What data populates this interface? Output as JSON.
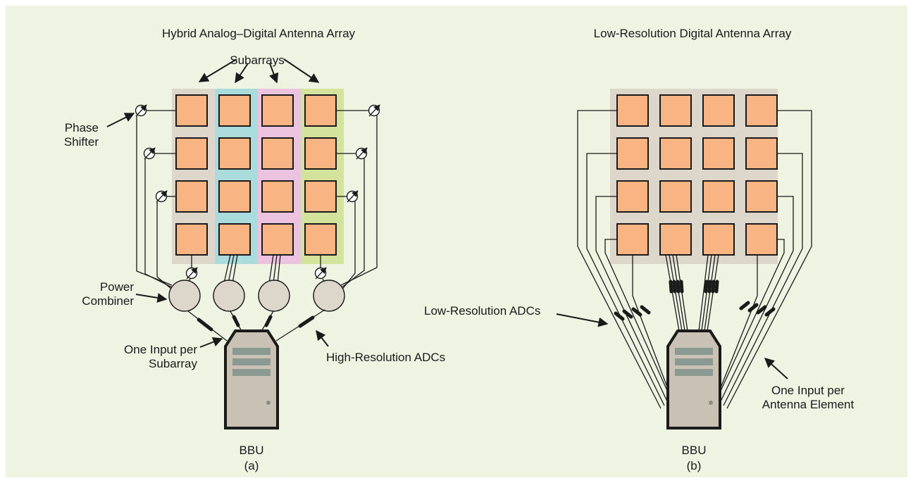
{
  "figure": {
    "background": "#eef3e2",
    "element_color": "#f8b483",
    "panel_color": "#dcd6cb",
    "subarray_colors": [
      "#dcd6cb",
      "#aadcde",
      "#ecc3de",
      "#d4e39c"
    ],
    "combiner_color": "#dcd6cb",
    "bbu_body_color": "#c9c1b4",
    "bbu_slot_color": "#8a9a92"
  },
  "panel_a": {
    "title": "Hybrid Analog–Digital Antenna Array",
    "subarrays_label": "Subarrays",
    "phase_shifter_label": [
      "Phase",
      "Shifter"
    ],
    "power_combiner_label": [
      "Power",
      "Combiner"
    ],
    "one_input_label": [
      "One Input per",
      "Subarray"
    ],
    "adc_label": "High-Resolution ADCs",
    "bbu_label": "BBU",
    "caption": "(a)"
  },
  "panel_b": {
    "title": "Low-Resolution Digital Antenna Array",
    "adc_label": "Low-Resolution ADCs",
    "one_input_label": [
      "One Input per",
      "Antenna Element"
    ],
    "bbu_label": "BBU",
    "caption": "(b)"
  }
}
